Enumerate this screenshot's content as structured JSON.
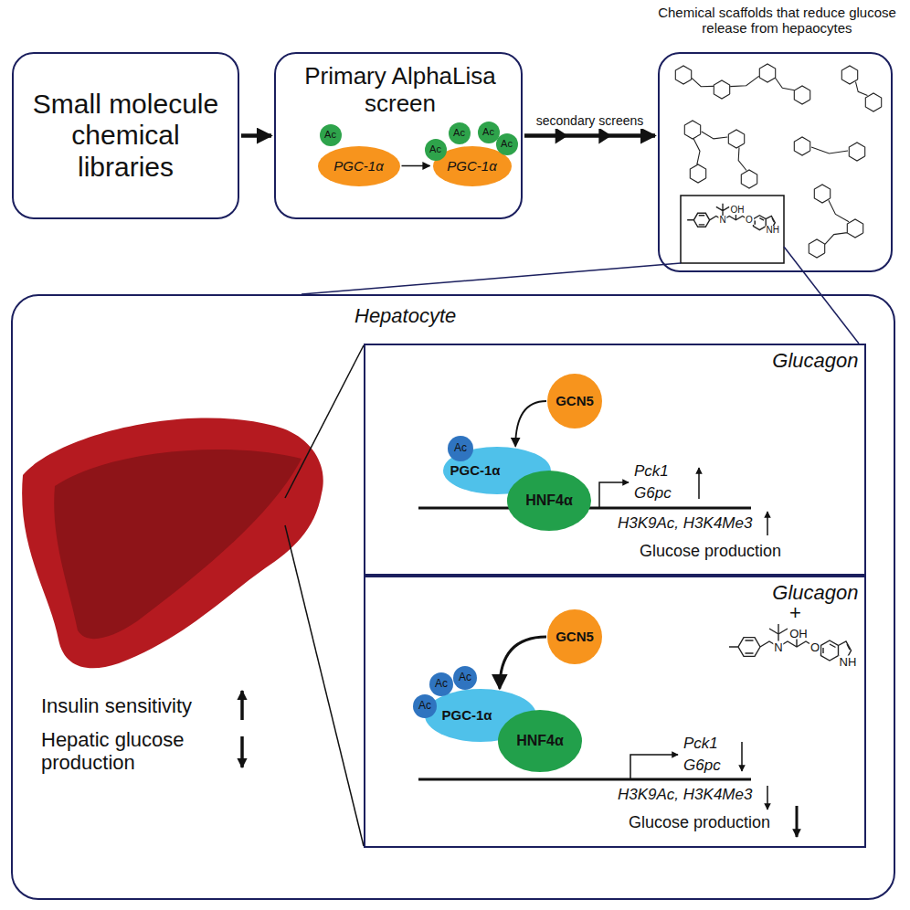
{
  "diagram": {
    "nodes": [
      {
        "text": [
          "Small molecule chemical libraries"
        ]
      },
      {
        "text": [
          "Primary AlphaLisa screen"
        ]
      },
      {
        "text": [
          "PGC-1α"
        ],
        "in": 1
      },
      {
        "text": [
          "Ac"
        ],
        "in": 1
      },
      {
        "text": [
          "PGC-1α"
        ],
        "in": 1
      },
      {
        "text": [
          "Ac"
        ],
        "in": 1
      },
      {
        "text": [
          "Ac"
        ],
        "in": 1
      },
      {
        "text": [
          "Ac"
        ],
        "in": 1
      },
      {
        "text": [
          "Ac"
        ],
        "in": 1
      },
      {
        "text": [
          "Chemical scaffolds that reduce glucose release from hepaocytes"
        ]
      },
      {
        "text": [
          "Hepatocyte"
        ]
      },
      {
        "text": [
          "Glucagon"
        ],
        "in": 10
      },
      {
        "text": [
          "GCN5"
        ],
        "in": 11
      },
      {
        "text": [
          "PGC-1α"
        ],
        "in": 11
      },
      {
        "text": [
          "Ac"
        ],
        "in": 11
      },
      {
        "text": [
          "HNF4α"
        ],
        "in": 11
      },
      {
        "text": [
          "Glucagon"
        ],
        "in": 10
      },
      {
        "text": [
          "GCN5"
        ],
        "in": 16
      },
      {
        "text": [
          "PGC-1α"
        ],
        "in": 16
      },
      {
        "text": [
          "Ac"
        ],
        "in": 16
      },
      {
        "text": [
          "Ac"
        ],
        "in": 16
      },
      {
        "text": [
          "Ac"
        ],
        "in": 16
      },
      {
        "text": [
          "HNF4α"
        ],
        "in": 16
      }
    ],
    "edges": [
      {
        "from": 0,
        "to": 1,
        "arrow": "to"
      },
      {
        "from": 1,
        "to": 9,
        "label": "secondary screens",
        "arrow": "to"
      },
      {
        "from": 2,
        "to": 4,
        "arrow": "to"
      },
      {
        "from": 12,
        "to": 13,
        "arrow": "to"
      },
      {
        "from": 17,
        "to": 18,
        "arrow": "to"
      }
    ],
    "labels": [
      "+",
      "Pck1",
      "G6pc",
      "H3K9Ac, H3K4Me3",
      "Glucose production",
      "Pck1",
      "G6pc",
      "H3K9Ac, H3K4Me3",
      "Glucose production",
      "Insulin sensitivity",
      "Hepatic glucose production",
      "N",
      "OH",
      "O",
      "NH",
      "N",
      "OH",
      "O",
      "NH"
    ]
  }
}
